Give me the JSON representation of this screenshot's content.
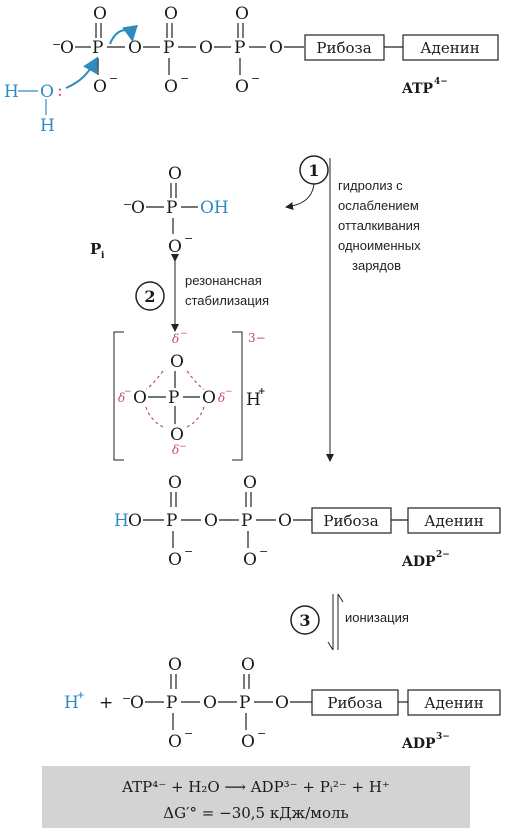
{
  "atp": {
    "ribose": "Рибоза",
    "adenine": "Аденин",
    "name": "ATP",
    "charge": "4−"
  },
  "water": {
    "h1": "H",
    "o": "O",
    "h2": "H",
    "lone_pair": ":"
  },
  "pi": {
    "label": "P",
    "sub": "i",
    "oh": "OH"
  },
  "steps": {
    "step1_num": "1",
    "step1_lines": [
      "гидролиз с",
      "ослаблением",
      "отталкивания",
      "одноименных",
      "зарядов"
    ],
    "step2_num": "2",
    "step2_lines": [
      "резонансная",
      "стабилизация"
    ],
    "step3_num": "3",
    "step3_label": "ионизация"
  },
  "resonance": {
    "delta": "δ",
    "minus": "−",
    "charge": "3−",
    "counter_ion": "H",
    "counter_charge": "+"
  },
  "adp2": {
    "h": "H",
    "ribose": "Рибоза",
    "adenine": "Аденин",
    "name": "ADP",
    "charge": "2−"
  },
  "adp3": {
    "h": "H",
    "h_charge": "+",
    "plus": "+",
    "ribose": "Рибоза",
    "adenine": "Аденин",
    "name": "ADP",
    "charge": "3−"
  },
  "atoms": {
    "O": "O",
    "P": "P",
    "minus": "−"
  },
  "equation": {
    "line1": "ATP⁴⁻ + H₂O ⟶ ADP³⁻ + Pᵢ²⁻ + H⁺",
    "line2": "ΔG′° = −30,5 кДж/моль"
  },
  "colors": {
    "blue": "#2e8bc0",
    "red": "#c0506a",
    "equation_bg": "#d3d3d3"
  }
}
